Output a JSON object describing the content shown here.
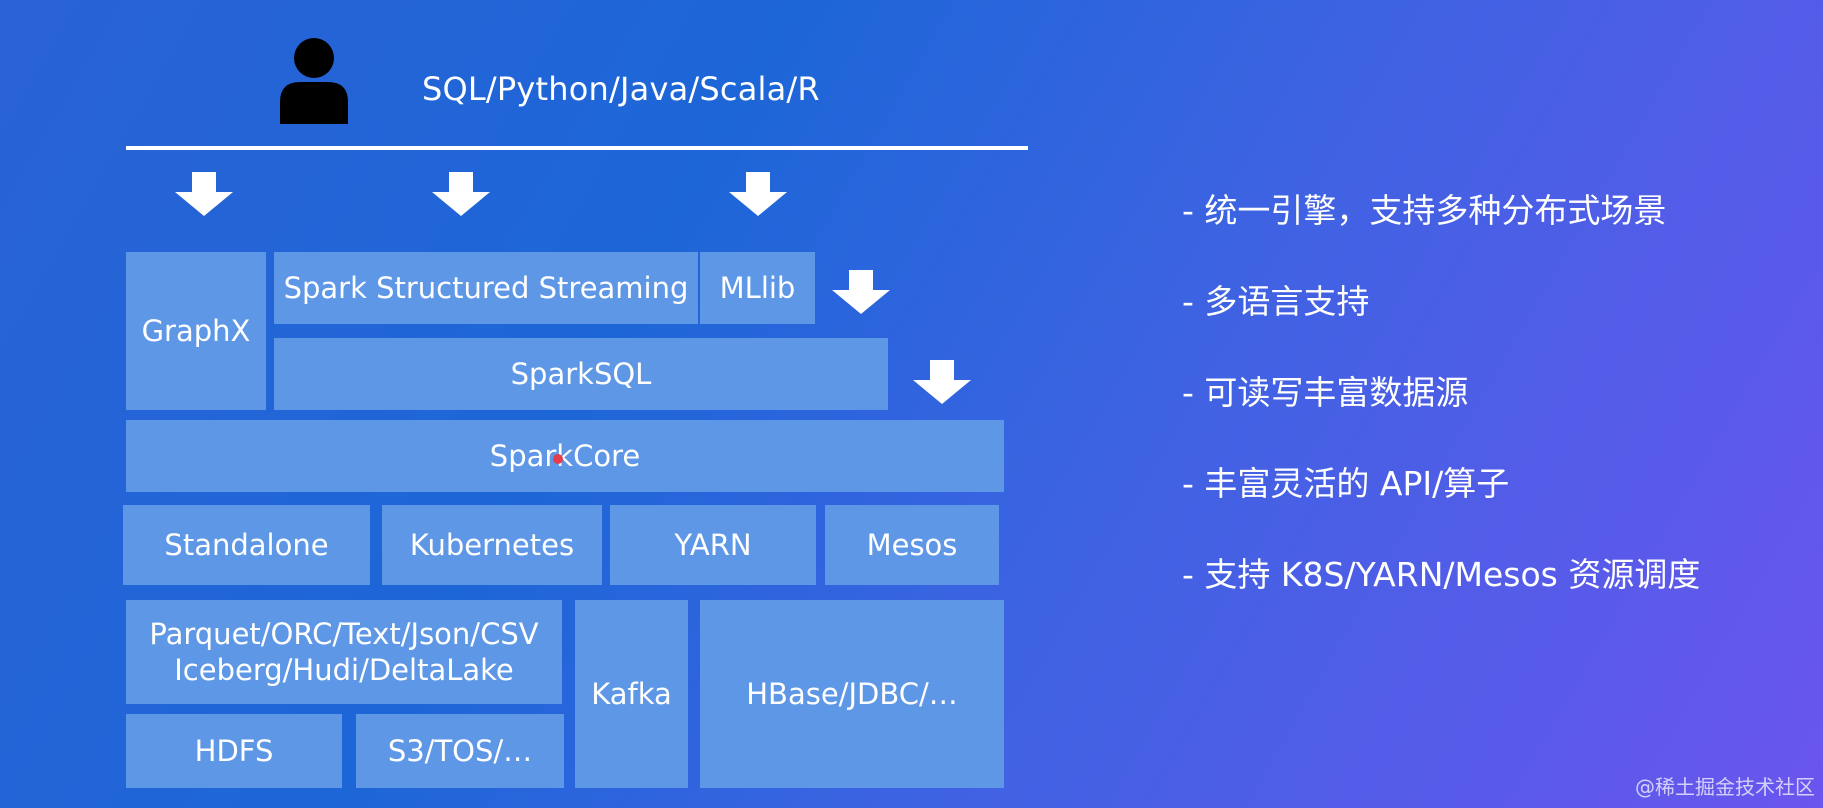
{
  "header": {
    "user_icon": "user-icon",
    "languages": "SQL/Python/Java/Scala/R"
  },
  "blocks": {
    "graphx": "GraphX",
    "structured_streaming": "Spark Structured Streaming",
    "mllib": "MLlib",
    "sparksql": "SparkSQL",
    "sparkcore": "SparkCore",
    "standalone": "Standalone",
    "kubernetes": "Kubernetes",
    "yarn": "YARN",
    "mesos": "Mesos",
    "formats": "Parquet/ORC/Text/Json/CSV\nIceberg/Hudi/DeltaLake",
    "kafka": "Kafka",
    "hbase": "HBase/JDBC/…",
    "hdfs": "HDFS",
    "s3": "S3/TOS/…"
  },
  "bullets": [
    "- 统一引擎，支持多种分布式场景",
    "- 多语言支持",
    "- 可读写丰富数据源",
    "- 丰富灵活的 API/算子",
    "- 支持 K8S/YARN/Mesos 资源调度"
  ],
  "watermark": "@稀土掘金技术社区",
  "colors": {
    "block": "#5e97e6",
    "text": "#ffffff"
  }
}
